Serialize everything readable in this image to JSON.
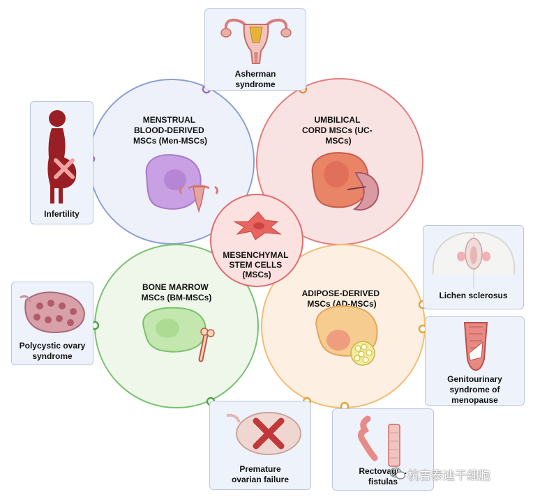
{
  "center": {
    "label": [
      "MESENCHYMAL",
      "STEM CELLS",
      "(MSCs)"
    ],
    "color": "#e46a6f"
  },
  "sources": [
    {
      "key": "menstrual",
      "label": [
        "MENSTRUAL",
        "BLOOD-DERIVED",
        "MSCs (Men-MSCs)"
      ],
      "color": "#8c9fd3",
      "cell_color": "#c79be0"
    },
    {
      "key": "umbilical",
      "label": [
        "UMBILICAL",
        "CORD MSCs (UC-",
        "MSCs)"
      ],
      "color": "#e27e7e",
      "cell_color": "#e98068"
    },
    {
      "key": "bone_marrow",
      "label": [
        "BONE MARROW",
        "MSCs (BM-MSCs)"
      ],
      "color": "#78c16f",
      "cell_color": "#bfe4a8"
    },
    {
      "key": "adipose",
      "label": [
        "ADIPOSE-DERIVED",
        "MSCs (AD-MSCs)"
      ],
      "color": "#f2bd73",
      "cell_color": "#f4c98c"
    }
  ],
  "conditions": [
    {
      "key": "asherman",
      "label": "Asherman\nsyndrome",
      "icon": "uterus-icon"
    },
    {
      "key": "infertility",
      "label": "Infertility",
      "icon": "pregnant-woman-icon"
    },
    {
      "key": "pcos",
      "label": "Polycystic ovary\nsyndrome",
      "icon": "polycystic-ovary-icon"
    },
    {
      "key": "poi",
      "label": "Premature\novarian failure",
      "icon": "ovary-cross-icon"
    },
    {
      "key": "rectovaginal",
      "label": "Rectovagi…\nfistulas",
      "icon": "rectum-icon"
    },
    {
      "key": "lichen",
      "label": "Lichen sclerosus",
      "icon": "vulva-icon"
    },
    {
      "key": "gsm",
      "label": "Genitourinary\nsyndrome of\nmenopause",
      "icon": "vaginal-canal-icon"
    }
  ],
  "watermark": {
    "text": "杭吉泰迪干细胞",
    "icon": "wechat-icon"
  }
}
